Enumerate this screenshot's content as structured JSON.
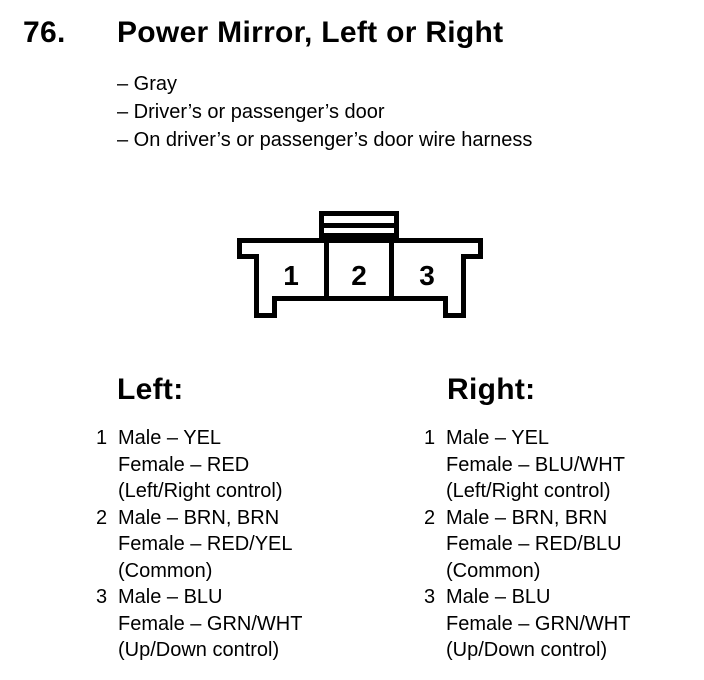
{
  "header": {
    "number": "76.",
    "title": "Power Mirror, Left or Right",
    "bullets": [
      "– Gray",
      "– Driver’s or passenger’s door",
      "– On driver’s or passenger’s door wire harness"
    ]
  },
  "connector": {
    "description": "3-cavity connector, male side shown, locking tab on top",
    "pins": [
      "1",
      "2",
      "3"
    ]
  },
  "columns": {
    "left": {
      "heading": "Left:",
      "items": [
        {
          "num": "1",
          "lines": [
            "Male – YEL",
            "Female – RED",
            "(Left/Right control)"
          ]
        },
        {
          "num": "2",
          "lines": [
            "Male – BRN, BRN",
            "Female – RED/YEL",
            "(Common)"
          ]
        },
        {
          "num": "3",
          "lines": [
            "Male – BLU",
            "Female – GRN/WHT",
            "(Up/Down control)"
          ]
        }
      ]
    },
    "right": {
      "heading": "Right:",
      "items": [
        {
          "num": "1",
          "lines": [
            "Male – YEL",
            "Female – BLU/WHT",
            "(Left/Right control)"
          ]
        },
        {
          "num": "2",
          "lines": [
            "Male – BRN, BRN",
            "Female – RED/BLU",
            "(Common)"
          ]
        },
        {
          "num": "3",
          "lines": [
            "Male – BLU",
            "Female – GRN/WHT",
            "(Up/Down control)"
          ]
        }
      ]
    }
  },
  "colors": {
    "ink": "#000000",
    "paper": "#ffffff"
  }
}
